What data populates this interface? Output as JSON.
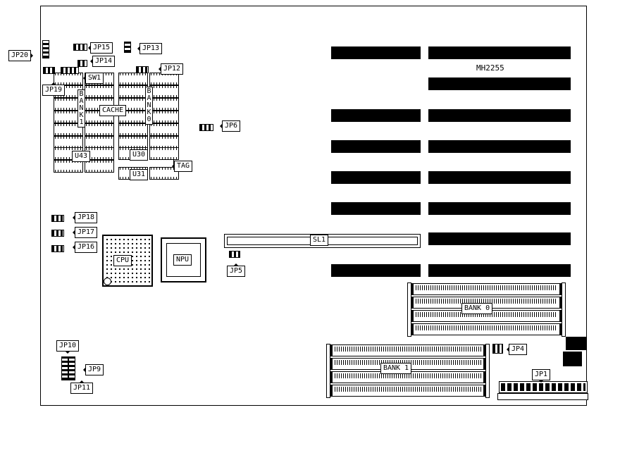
{
  "diagram": {
    "part_number": "MH2255",
    "callouts": {
      "jp20": "JP20",
      "jp15": "JP15",
      "jp13": "JP13",
      "jp14": "JP14",
      "jp12": "JP12",
      "jp19": "JP19",
      "sw1": "SW1",
      "jp6": "JP6",
      "jp18": "JP18",
      "jp17": "JP17",
      "jp16": "JP16",
      "jp5": "JP5",
      "tag": "TAG",
      "jp10": "JP10",
      "jp9": "JP9",
      "jp11": "JP11",
      "jp4": "JP4",
      "jp1": "JP1"
    },
    "components": {
      "cache": "CACHE",
      "bank1_column": "BANK1",
      "bank0_column": "BANK0",
      "u43": "U43",
      "u30": "U30",
      "u31": "U31",
      "cpu": "CPU",
      "npu": "NPU",
      "sl1": "SL1",
      "bank0": "BANK 0",
      "bank1": "BANK 1"
    }
  }
}
